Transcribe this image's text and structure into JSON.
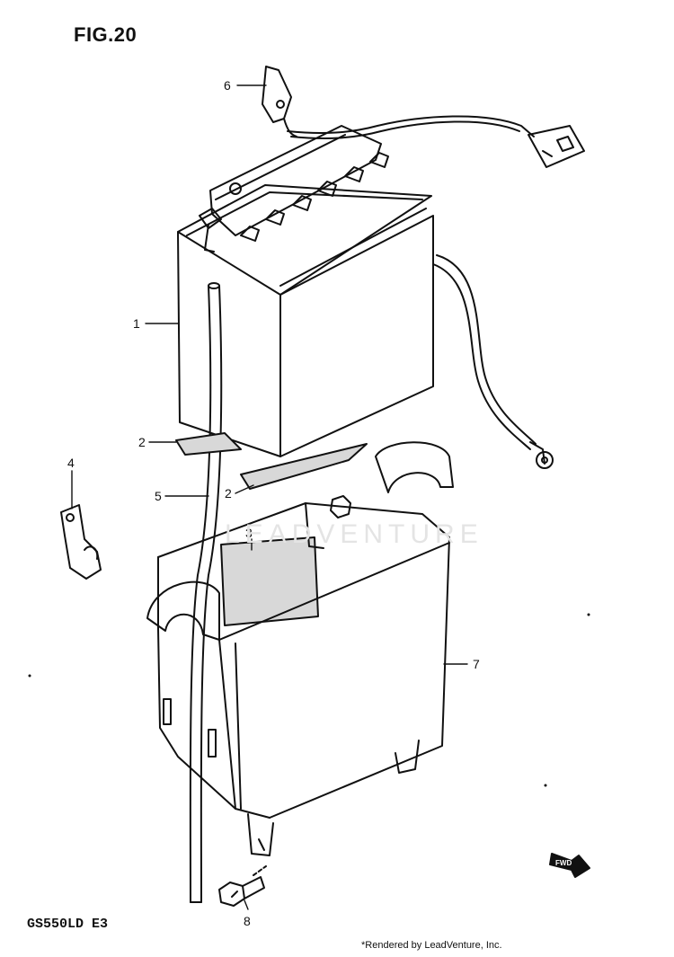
{
  "figure": {
    "title": "FIG.20",
    "model_code": "GS550LD  E3",
    "credit": "*Rendered by LeadVenture, Inc.",
    "watermark": "LEADVENTURE",
    "fwd_label": "FWD"
  },
  "callouts": [
    {
      "id": "6",
      "label": "6"
    },
    {
      "id": "1",
      "label": "1"
    },
    {
      "id": "2a",
      "label": "2"
    },
    {
      "id": "2b",
      "label": "2"
    },
    {
      "id": "4",
      "label": "4"
    },
    {
      "id": "5",
      "label": "5"
    },
    {
      "id": "3",
      "label": "3"
    },
    {
      "id": "7",
      "label": "7"
    },
    {
      "id": "8",
      "label": "8"
    }
  ],
  "colors": {
    "ink": "#111111",
    "pad_fill": "#d8d8d8",
    "watermark": "#e4e4e4"
  }
}
